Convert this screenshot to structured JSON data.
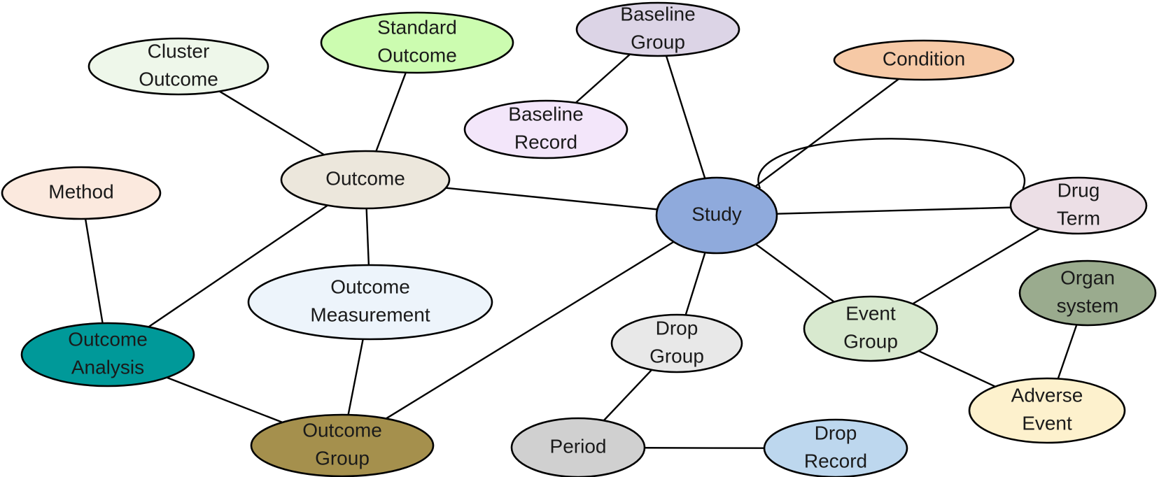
{
  "nodes": [
    {
      "id": "cluster_outcome",
      "lines": [
        "Cluster",
        "Outcome"
      ],
      "fill": "#eef7ea"
    },
    {
      "id": "standard_outcome",
      "lines": [
        "Standard",
        "Outcome"
      ],
      "fill": "#ccfcb0"
    },
    {
      "id": "baseline_group",
      "lines": [
        "Baseline",
        "Group"
      ],
      "fill": "#dcd4e6"
    },
    {
      "id": "condition",
      "lines": [
        "Condition"
      ],
      "fill": "#f6c9a6"
    },
    {
      "id": "baseline_record",
      "lines": [
        "Baseline",
        "Record"
      ],
      "fill": "#f3e6fa"
    },
    {
      "id": "method",
      "lines": [
        "Method"
      ],
      "fill": "#fbe9de"
    },
    {
      "id": "outcome",
      "lines": [
        "Outcome"
      ],
      "fill": "#ece7dc"
    },
    {
      "id": "study",
      "lines": [
        "Study"
      ],
      "fill": "#8faadc"
    },
    {
      "id": "drug_term",
      "lines": [
        "Drug",
        "Term"
      ],
      "fill": "#ecdfe6"
    },
    {
      "id": "outcome_measurement",
      "lines": [
        "Outcome",
        "Measurement"
      ],
      "fill": "#edf4fb"
    },
    {
      "id": "organ_system",
      "lines": [
        "Organ",
        "system"
      ],
      "fill": "#9aab8e"
    },
    {
      "id": "outcome_analysis",
      "lines": [
        "Outcome",
        "Analysis"
      ],
      "fill": "#009999"
    },
    {
      "id": "drop_group",
      "lines": [
        "Drop",
        "Group"
      ],
      "fill": "#e8e8e8"
    },
    {
      "id": "event_group",
      "lines": [
        "Event",
        "Group"
      ],
      "fill": "#d8e9cf"
    },
    {
      "id": "adverse_event",
      "lines": [
        "Adverse",
        "Event"
      ],
      "fill": "#fdf1cd"
    },
    {
      "id": "outcome_group",
      "lines": [
        "Outcome",
        "Group"
      ],
      "fill": "#a5904d"
    },
    {
      "id": "period",
      "lines": [
        "Period"
      ],
      "fill": "#d0d0d0"
    },
    {
      "id": "drop_record",
      "lines": [
        "Drop",
        "Record"
      ],
      "fill": "#bdd7ee"
    }
  ],
  "edges": [
    [
      "cluster_outcome",
      "outcome"
    ],
    [
      "standard_outcome",
      "outcome"
    ],
    [
      "baseline_group",
      "baseline_record"
    ],
    [
      "baseline_group",
      "study"
    ],
    [
      "condition",
      "study"
    ],
    [
      "outcome",
      "study"
    ],
    [
      "outcome",
      "outcome_measurement"
    ],
    [
      "outcome",
      "outcome_analysis"
    ],
    [
      "method",
      "outcome_analysis"
    ],
    [
      "outcome_measurement",
      "outcome_group"
    ],
    [
      "outcome_analysis",
      "outcome_group"
    ],
    [
      "outcome_group",
      "study"
    ],
    [
      "study",
      "drug_term"
    ],
    [
      "study",
      "drop_group"
    ],
    [
      "study",
      "event_group"
    ],
    [
      "drug_term",
      "event_group"
    ],
    [
      "drop_group",
      "period"
    ],
    [
      "period",
      "drop_record"
    ],
    [
      "event_group",
      "adverse_event"
    ],
    [
      "organ_system",
      "adverse_event"
    ]
  ],
  "loop_edges": [
    [
      "study",
      "drug_term"
    ]
  ]
}
